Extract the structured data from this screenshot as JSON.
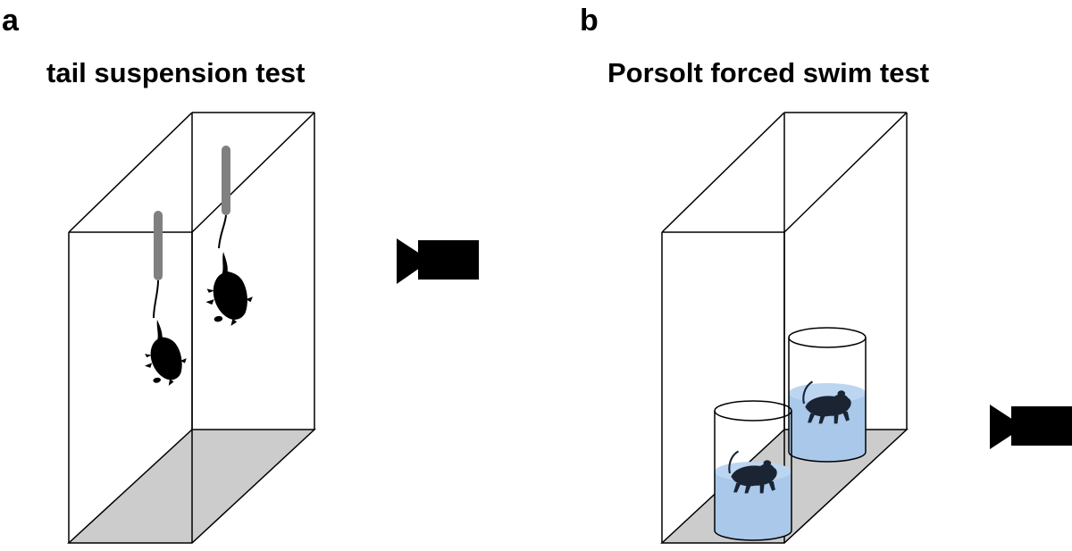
{
  "panels": [
    {
      "letter": "a",
      "title": "tail suspension test"
    },
    {
      "letter": "b",
      "title": "Porsolt forced swim test"
    }
  ],
  "colors": {
    "outline": "#000000",
    "floor": "#cccccc",
    "tail_rod": "#808080",
    "water": "#a9c8ea",
    "water_top": "#bcd6f1",
    "silhouette": "#000000",
    "silhouette_in_water": "#1a2433"
  },
  "icons": {
    "camera_a": "video-camera-icon",
    "camera_b": "video-camera-icon"
  }
}
